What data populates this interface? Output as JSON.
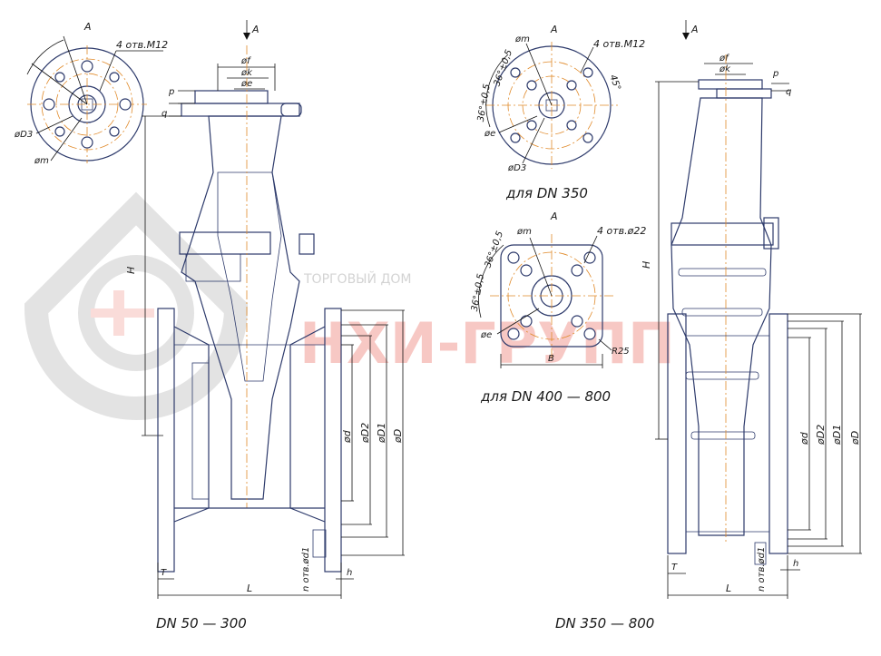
{
  "views": {
    "left_caption": "DN 50 — 300",
    "right_caption": "DN 350 — 800",
    "top_flange_caption_350": "для DN 350",
    "top_flange_caption_400": "для DN 400 — 800"
  },
  "labels": {
    "view_a": "A",
    "arrow_a": "A",
    "holes_m12": "4 отв.M12",
    "holes_22": "4 отв.ø22",
    "om": "øm",
    "oD3": "øD3",
    "oe": "øe",
    "of": "øf",
    "ok": "øk",
    "p": "p",
    "q": "q",
    "H": "H",
    "L": "L",
    "T": "T",
    "h": "h",
    "od": "ød",
    "oD2": "øD2",
    "oD1": "øD1",
    "oD": "øD",
    "n_holes": "n отв.ød1",
    "angle_36": "36°±0,5",
    "angle_45": "45°",
    "B": "B",
    "R25": "R25"
  },
  "watermark": {
    "brand": "НХИ-ГРУПП",
    "subtitle": "ТОРГОВЫЙ ДОМ"
  },
  "colors": {
    "outline": "#2d3a6b",
    "axis": "#e08a2a",
    "watermark": "#f29c95",
    "text": "#1a1a1a"
  }
}
